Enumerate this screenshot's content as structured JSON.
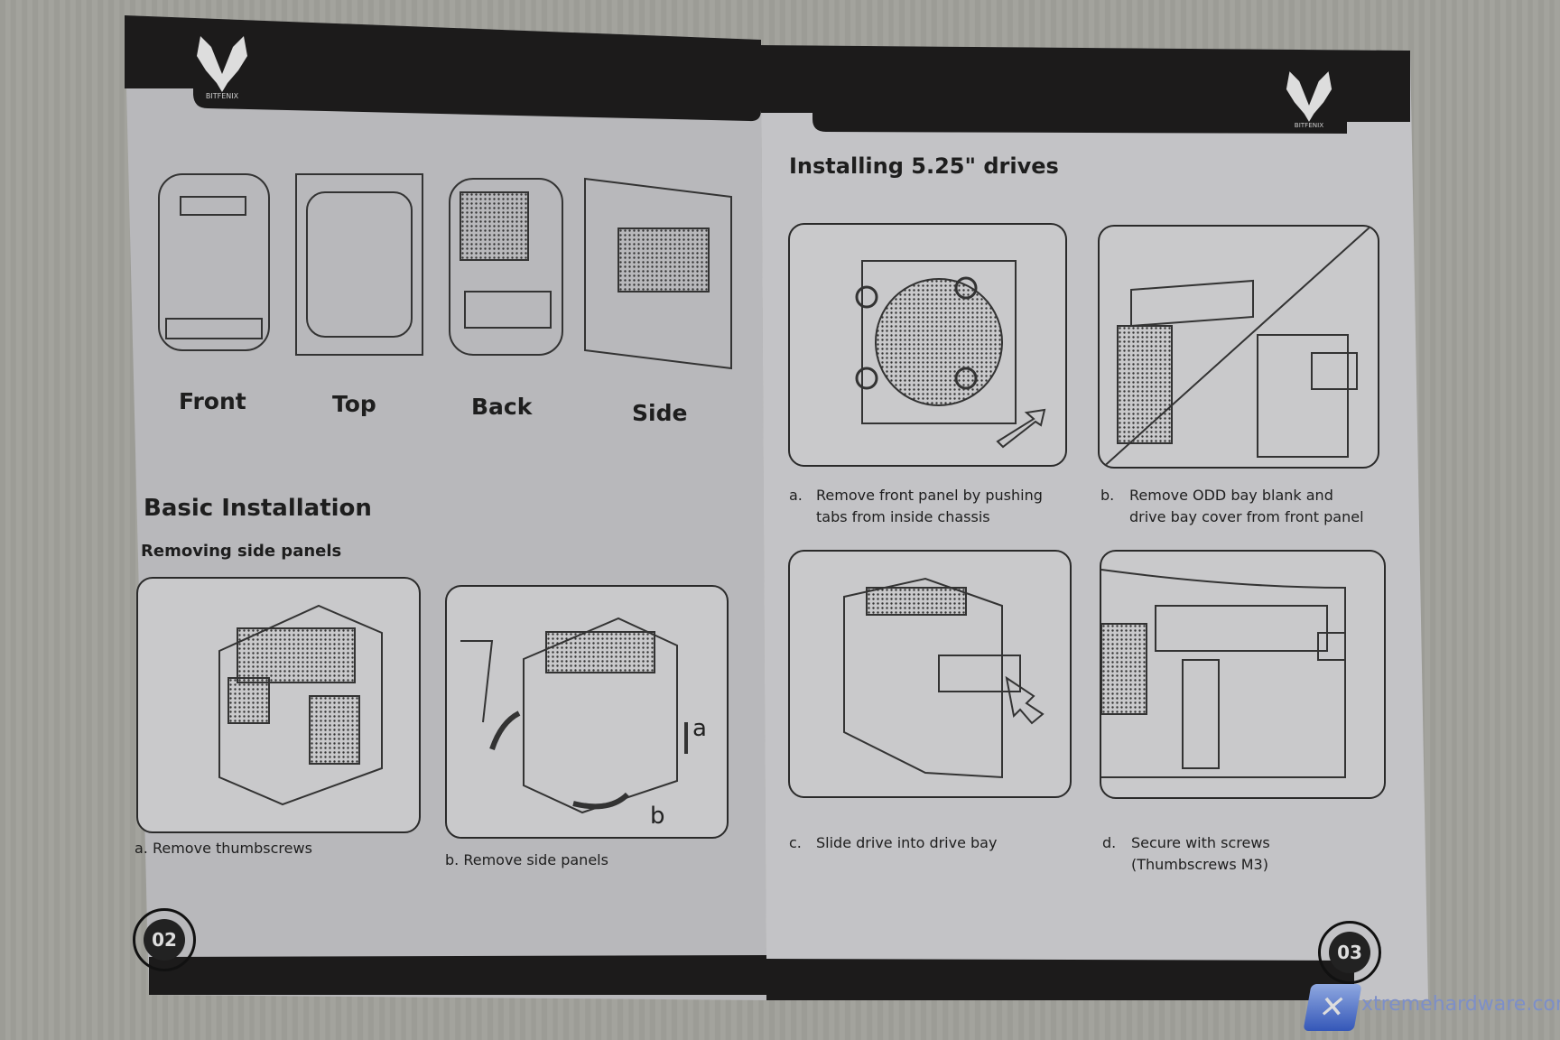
{
  "brand": "BITFENIX",
  "left_page": {
    "views": [
      "Front",
      "Top",
      "Back",
      "Side"
    ],
    "section_title": "Basic Installation",
    "subsection_title": "Removing side panels",
    "figures": [
      {
        "caption": "a. Remove thumbscrews"
      },
      {
        "caption": "b. Remove side panels",
        "arrow_labels": [
          "a",
          "b"
        ]
      }
    ],
    "page_number": "02"
  },
  "right_page": {
    "section_title": "Installing 5.25\" drives",
    "figures": [
      {
        "letter": "a.",
        "caption": "Remove front panel by pushing\ntabs from inside chassis"
      },
      {
        "letter": "b.",
        "caption": "Remove ODD bay blank and\ndrive bay cover from front panel"
      },
      {
        "letter": "c.",
        "caption": "Slide drive into drive bay"
      },
      {
        "letter": "d.",
        "caption": "Secure with screws\n(Thumbscrews M3)"
      }
    ],
    "page_number": "03"
  },
  "watermark": "xtremehardware.com"
}
